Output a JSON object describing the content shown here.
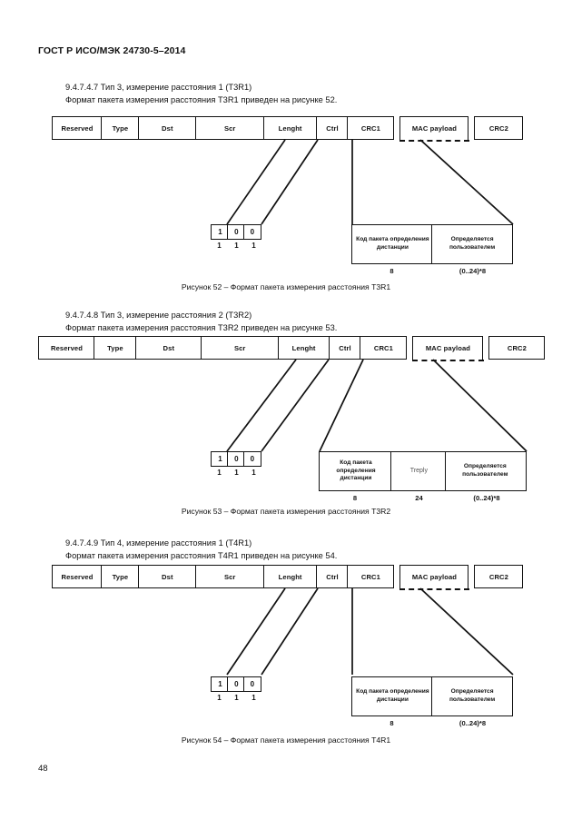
{
  "document": {
    "standard_header": "ГОСТ Р ИСО/МЭК 24730-5–2014",
    "page_number": "48"
  },
  "sections": [
    {
      "id": "t3r1",
      "heading": "9.4.7.4.7 Тип 3, измерение расстояния 1 (T3R1)",
      "intro": "Формат пакета измерения расстояния T3R1 приведен на рисунке 52.",
      "caption": "Рисунок 52 – Формат пакета измерения расстояния T3R1",
      "fields": [
        "Reserved",
        "Type",
        "Dst",
        "Scr",
        "Lenght",
        "Ctrl",
        "CRC1",
        "MAC payload",
        "CRC2"
      ],
      "mac_field": "MAC payload",
      "bits": [
        "1",
        "0",
        "0"
      ],
      "bit_labels": [
        "1",
        "1",
        "1"
      ],
      "payload_cells": [
        "Код пакета определения дистанции",
        "Определяется пользователем"
      ],
      "payload_sizes": [
        "8",
        "(0..24)*8"
      ]
    },
    {
      "id": "t3r2",
      "heading": "9.4.7.4.8 Тип 3, измерение расстояния 2 (T3R2)",
      "intro": "Формат пакета измерения расстояния T3R2 приведен на рисунке 53.",
      "caption": "Рисунок 53 – Формат пакета измерения расстояния T3R2",
      "fields": [
        "Reserved",
        "Type",
        "Dst",
        "Scr",
        "Lenght",
        "Ctrl",
        "CRC1",
        "MAC payload",
        "CRC2"
      ],
      "mac_field": "MAC payload",
      "bits": [
        "1",
        "0",
        "0"
      ],
      "bit_labels": [
        "1",
        "1",
        "1"
      ],
      "payload_cells": [
        "Код пакета определения дистанции",
        "Treply",
        "Определяется пользователем"
      ],
      "payload_sizes": [
        "8",
        "24",
        "(0..24)*8"
      ]
    },
    {
      "id": "t4r1",
      "heading": "9.4.7.4.9 Тип 4, измерение расстояния 1 (T4R1)",
      "intro": "Формат пакета измерения расстояния T4R1 приведен на рисунке 54.",
      "caption": "Рисунок 54 – Формат пакета измерения расстояния T4R1",
      "fields": [
        "Reserved",
        "Type",
        "Dst",
        "Scr",
        "Lenght",
        "Ctrl",
        "CRC1",
        "MAC payload",
        "CRC2"
      ],
      "mac_field": "MAC payload",
      "bits": [
        "1",
        "0",
        "0"
      ],
      "bit_labels": [
        "1",
        "1",
        "1"
      ],
      "payload_cells": [
        "Код пакета определения дистанции",
        "Определяется пользователем"
      ],
      "payload_sizes": [
        "8",
        "(0..24)*8"
      ]
    }
  ]
}
